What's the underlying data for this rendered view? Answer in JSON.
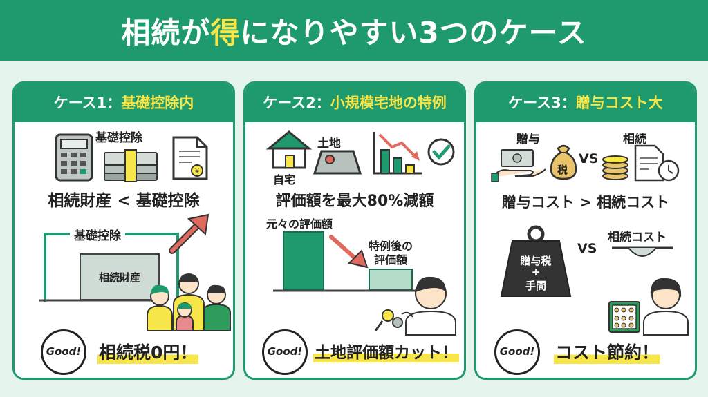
{
  "title": {
    "pre": "相続が",
    "highlight": "得",
    "post": "になりやすい3つのケース"
  },
  "colors": {
    "brand": "#1f9a6c",
    "accent": "#f7e64a",
    "arrow": "#e06a5e",
    "background": "#e6f4ee"
  },
  "case1": {
    "label": "ケース1：",
    "topic": "基礎控除内",
    "icon_label": "基礎控除",
    "comparison": "相続財産 < 基礎控除",
    "graph_label": "基礎控除",
    "box_label": "相続財産",
    "good": "Good!",
    "result": "相続税0円！"
  },
  "case2": {
    "label": "ケース2：",
    "topic": "小規模宅地の特例",
    "home_label": "自宅",
    "land_label": "土地",
    "comparison": "評価額を最大80%減額",
    "before_label": "元々の評価額",
    "after_label_1": "特例後の",
    "after_label_2": "評価額",
    "good": "Good!",
    "result": "土地評価額カット！"
  },
  "case3": {
    "label": "ケース3：",
    "topic": "贈与コスト大",
    "gift_label": "贈与",
    "vs_1": "VS",
    "inherit_label": "相続",
    "tax_icon": "税",
    "comparison": "贈与コスト > 相続コスト",
    "weight_line1": "贈与税",
    "weight_line2": "+",
    "weight_line3": "手間",
    "vs_2": "VS",
    "scale_label": "相続コスト",
    "good": "Good!",
    "result": "コスト節約！"
  }
}
